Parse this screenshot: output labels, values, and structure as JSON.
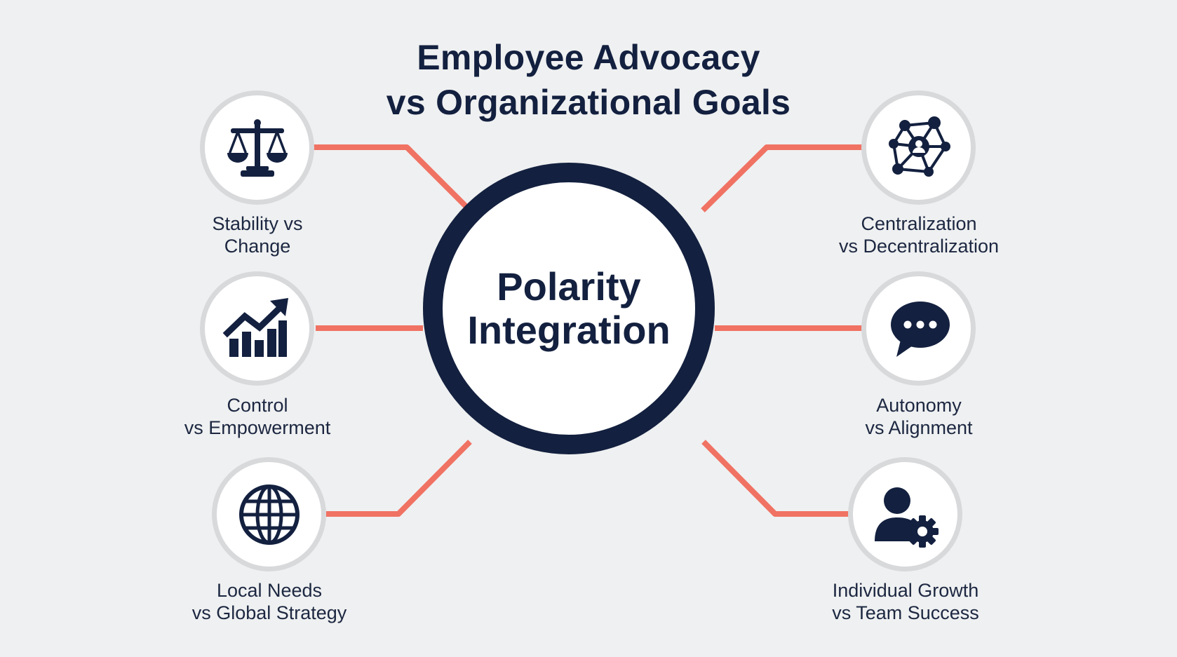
{
  "title": {
    "line1": "Employee Advocacy",
    "line2": "vs Organizational Goals"
  },
  "hub": {
    "line1": "Polarity",
    "line2": "Integration"
  },
  "colors": {
    "background": "#eff0f1",
    "navy": "#13203f",
    "connector": "#f07263",
    "ring": "#d8d9db",
    "fill": "#ffffff"
  },
  "polarities": [
    {
      "icon": "balance-scale-icon",
      "line1": "Stability vs",
      "line2": "Change"
    },
    {
      "icon": "growth-chart-icon",
      "line1": "Control",
      "line2": "vs Empowerment"
    },
    {
      "icon": "globe-icon",
      "line1": "Local Needs",
      "line2": "vs Global Strategy"
    },
    {
      "icon": "network-icon",
      "line1": "Centralization",
      "line2": "vs Decentralization"
    },
    {
      "icon": "chat-bubble-icon",
      "line1": "Autonomy",
      "line2": "vs Alignment"
    },
    {
      "icon": "user-gear-icon",
      "line1": "Individual Growth",
      "line2": "vs Team Success"
    }
  ]
}
